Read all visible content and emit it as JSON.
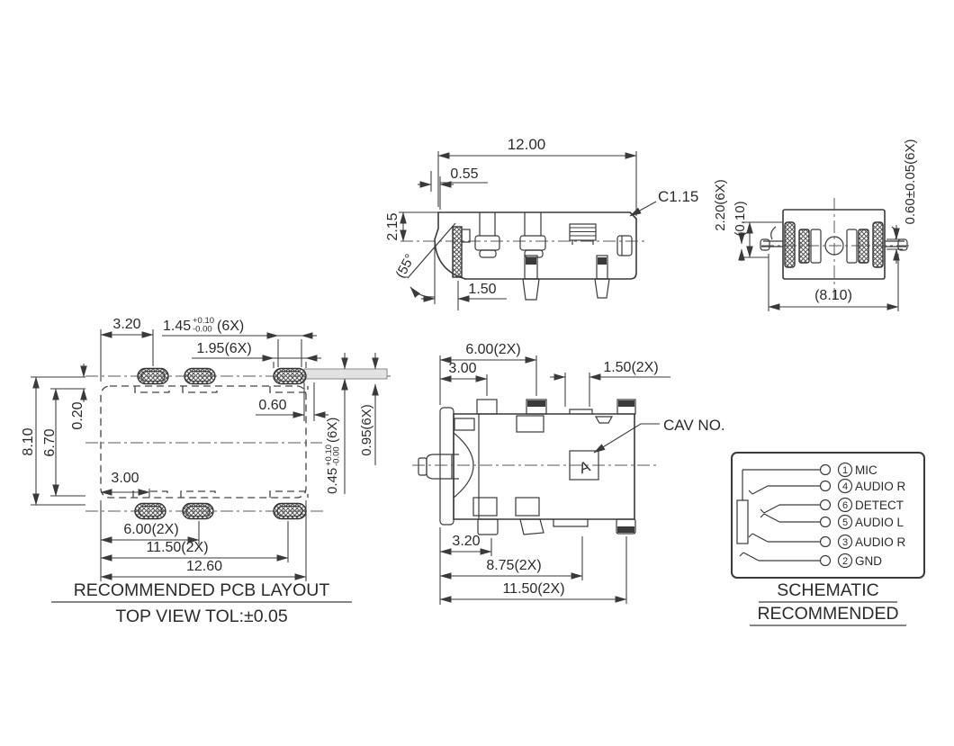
{
  "side_view": {
    "dim_width": "12.00",
    "dim_inset": "0.55",
    "dim_height": "2.15",
    "dim_angle": "(55°",
    "dim_foot": "1.50",
    "chamfer_note": "C1.15"
  },
  "end_view": {
    "dim_pin": "2.20(6X)",
    "dim_standoff": "(0.10)",
    "dim_lead": "0.60±0.05(6X)",
    "dim_span": "(8.10)"
  },
  "pcb_layout": {
    "dim_3_20": "3.20",
    "dim_1_45": {
      "value": "1.45",
      "tol_plus": "+0.10",
      "tol_minus": "-0.00",
      "suffix": "(6X)"
    },
    "dim_1_95": "1.95(6X)",
    "dim_8_10": "8.10",
    "dim_6_70": "6.70",
    "dim_0_20": "0.20",
    "dim_0_60": "0.60",
    "dim_0_45": {
      "value": "0.45",
      "tol_plus": "+0.10",
      "tol_minus": "-0.00",
      "suffix": "(6X)"
    },
    "dim_0_95": "0.95(6X)",
    "dim_3_00": "3.00",
    "dim_6_00": "6.00(2X)",
    "dim_11_50": "11.50(2X)",
    "dim_12_60": "12.60",
    "caption_line1": "RECOMMENDED PCB LAYOUT",
    "caption_line2": "TOP VIEW TOL:±0.05"
  },
  "top_view": {
    "dim_6_00": "6.00(2X)",
    "dim_3_00": "3.00",
    "dim_1_50": "1.50(2X)",
    "cav_label": "CAV NO.",
    "cav_mark": "A",
    "dim_3_20": "3.20",
    "dim_8_75": "8.75(2X)",
    "dim_11_50": "11.50(2X)"
  },
  "schematic": {
    "pins": [
      {
        "num": "1",
        "label": "MIC"
      },
      {
        "num": "4",
        "label": "AUDIO R"
      },
      {
        "num": "6",
        "label": "DETECT"
      },
      {
        "num": "5",
        "label": "AUDIO L"
      },
      {
        "num": "3",
        "label": "AUDIO R"
      },
      {
        "num": "2",
        "label": "GND"
      }
    ],
    "caption_line1": "SCHEMATIC",
    "caption_line2": "RECOMMENDED"
  },
  "colors": {
    "line": "#3a3a3a",
    "text": "#2b2b2b"
  }
}
